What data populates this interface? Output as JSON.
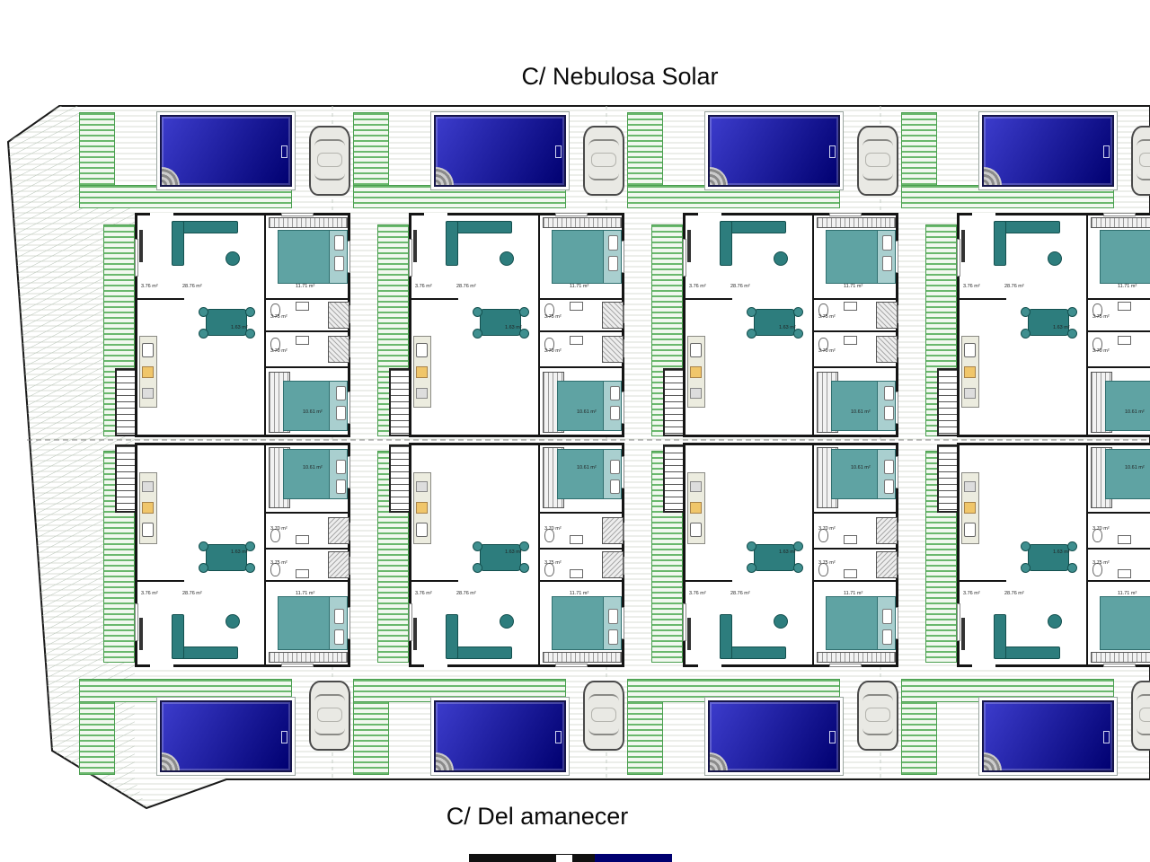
{
  "streets": {
    "top": "C/ Nebulosa Solar",
    "bottom": "C/ Del amanecer"
  },
  "site": {
    "module_count": 4
  },
  "room_labels": {
    "terrace": "3.76 m²",
    "living_dining": "28.76 m²",
    "bedroom1": "11.71 m²",
    "hall": "1.63 m²",
    "bath1": "3.75 m²",
    "bath2": "3.70 m²",
    "bedroom2": "10.61 m²"
  },
  "colors": {
    "pool_deep": "#000070",
    "pool_light": "#3c3ccc",
    "green_line": "#6ab86d",
    "green_bg": "#f1f8ef",
    "green_border": "#4a9e4f",
    "car_body": "#e9e9e4",
    "wall": "#151515",
    "furniture_teal": "#2d7d7d",
    "paving_line": "#d8ddd4",
    "hatch_line": "#b7c4b7"
  }
}
